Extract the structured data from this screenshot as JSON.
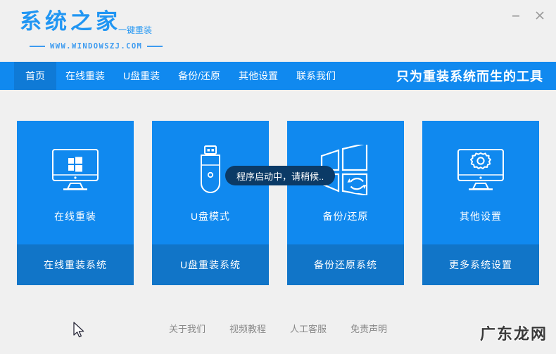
{
  "window": {
    "logo_main": "系统之家",
    "logo_sub": "一键重装",
    "logo_url": "WWW.WINDOWSZJ.COM",
    "minimize_label": "minimize",
    "close_label": "close"
  },
  "nav": {
    "items": [
      {
        "label": "首页",
        "active": true
      },
      {
        "label": "在线重装",
        "active": false
      },
      {
        "label": "U盘重装",
        "active": false
      },
      {
        "label": "备份/还原",
        "active": false
      },
      {
        "label": "其他设置",
        "active": false
      },
      {
        "label": "联系我们",
        "active": false
      }
    ],
    "tagline": "只为重装系统而生的工具"
  },
  "cards": [
    {
      "icon": "monitor-windows-icon",
      "label": "在线重装",
      "footer": "在线重装系统"
    },
    {
      "icon": "usb-drive-icon",
      "label": "U盘模式",
      "footer": "U盘重装系统"
    },
    {
      "icon": "windows-restore-icon",
      "label": "备份/还原",
      "footer": "备份还原系统"
    },
    {
      "icon": "monitor-gear-icon",
      "label": "其他设置",
      "footer": "更多系统设置"
    }
  ],
  "toast": {
    "message": "程序启动中，请稍候.."
  },
  "footer": {
    "links": [
      {
        "label": "关于我们"
      },
      {
        "label": "视频教程"
      },
      {
        "label": "人工客服"
      },
      {
        "label": "免责声明"
      }
    ],
    "watermark": "广东龙网"
  },
  "colors": {
    "brand_blue": "#1089ef",
    "nav_active": "#0f7ad6",
    "card_footer": "#1175c8",
    "toast_bg": "#0b3a66",
    "page_bg": "#f0f0f0",
    "logo_blue": "#2196f3"
  }
}
